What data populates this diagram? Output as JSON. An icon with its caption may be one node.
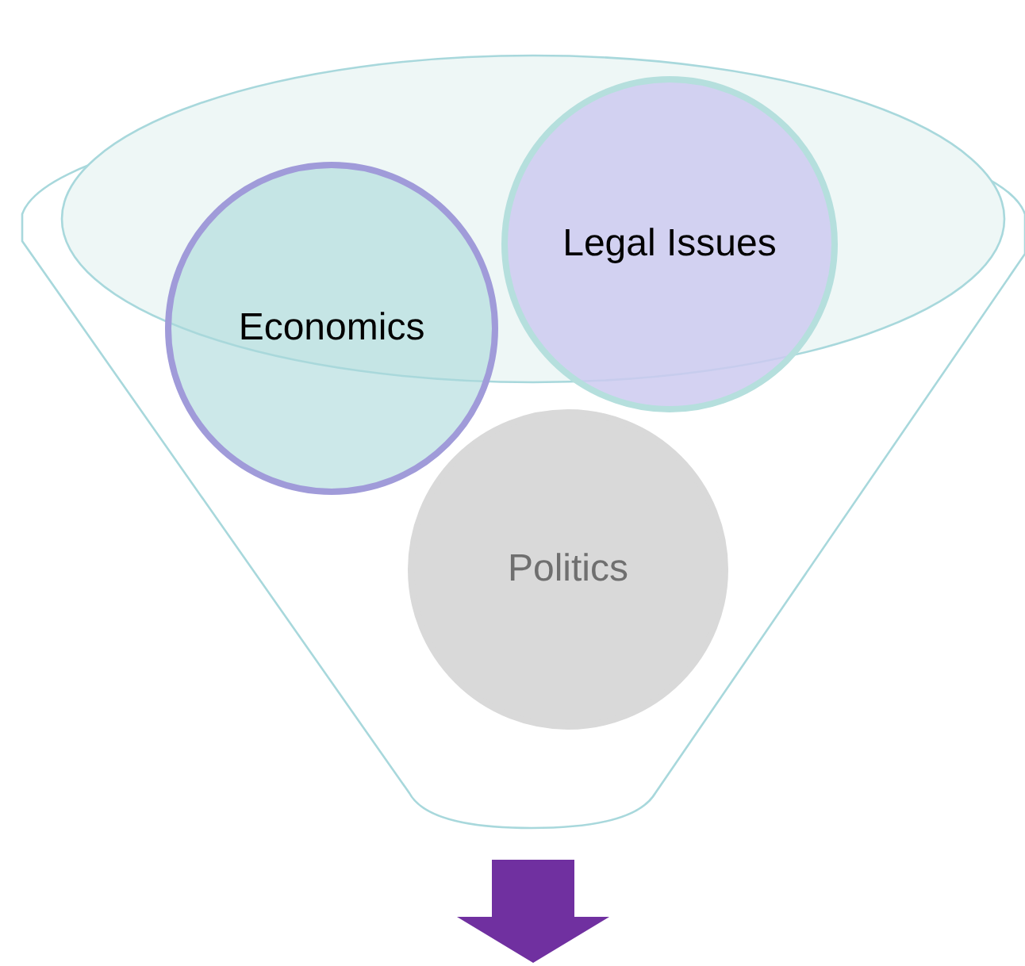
{
  "diagram": {
    "nodes": [
      {
        "text": [],
        "shape": "funnel"
      },
      {
        "text": [
          "Economics"
        ],
        "in": 0
      },
      {
        "text": [
          "Legal Issues"
        ],
        "in": 0
      },
      {
        "text": [
          "Politics"
        ],
        "in": 0
      }
    ]
  }
}
